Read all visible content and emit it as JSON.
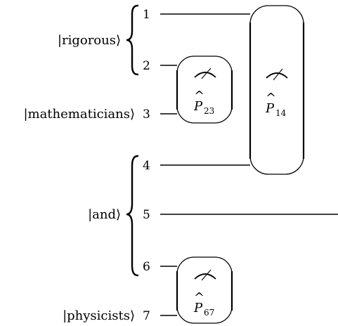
{
  "registers": [
    {
      "name": "|rigorous⟩",
      "qubits": [
        1,
        2
      ]
    },
    {
      "name": "|mathematicians⟩",
      "qubits": [
        3
      ]
    },
    {
      "name": "|and⟩",
      "qubits": [
        4,
        5,
        6
      ]
    },
    {
      "name": "|physicists⟩",
      "qubits": [
        7
      ]
    }
  ],
  "qubit_labels": [
    "1",
    "2",
    "3",
    "4",
    "5",
    "6",
    "7"
  ],
  "measurements": [
    {
      "symbol": "P",
      "subscript": "23",
      "qubits": [
        2,
        3
      ]
    },
    {
      "symbol": "P",
      "subscript": "14",
      "qubits": [
        1,
        4
      ]
    },
    {
      "symbol": "P",
      "subscript": "67",
      "qubits": [
        6,
        7
      ]
    }
  ]
}
